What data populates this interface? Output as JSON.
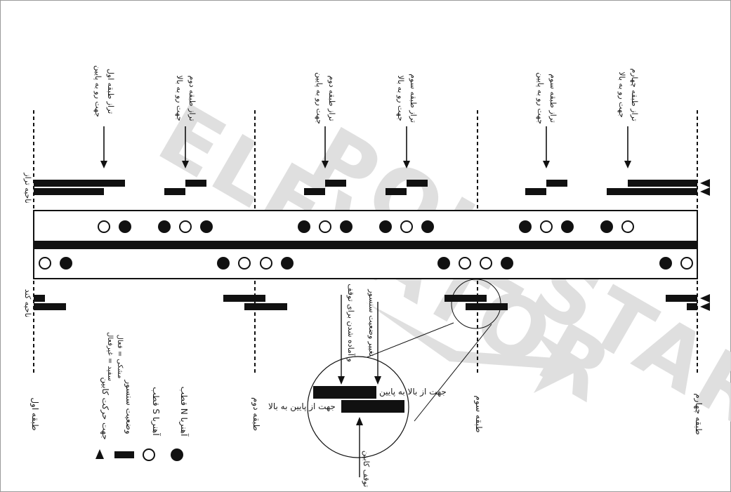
{
  "watermark": {
    "line1": "POLESTAR",
    "line2": "ELEVATOR"
  },
  "floors": [
    {
      "label": "طبقه اول"
    },
    {
      "label": "طبقه دوم"
    },
    {
      "label": "طبقه سوم"
    },
    {
      "label": "طبقه چهارم"
    }
  ],
  "side_labels": {
    "top": "ناحیه تراز",
    "bottom": "ناحیه کند"
  },
  "sensor_annotations": [
    {
      "line1": "تراز طبقه اول",
      "line2": "جهت رو به پایین"
    },
    {
      "line1": "تراز طبقه دوم",
      "line2": "جهت رو به بالا"
    },
    {
      "line1": "تراز طبقه دوم",
      "line2": "جهت رو به پایین"
    },
    {
      "line1": "تراز طبقه سوم",
      "line2": "جهت رو به بالا"
    },
    {
      "line1": "تراز طبقه سوم",
      "line2": "جهت رو به پایین"
    },
    {
      "line1": "تراز طبقه چهارم",
      "line2": "جهت رو به بالا"
    }
  ],
  "zoom": {
    "label_up_down": "جهت از بالا به پایین",
    "label_down_up": "جهت از پایین به بالا",
    "label_stop": "توقف کابین",
    "label_sensor_line1": "تغییر وضعیت سنسور",
    "label_sensor_line2": "و آماده شدن برای توقف"
  },
  "legend": [
    {
      "icon": "filled-circle",
      "text": "قطب N آهنربا"
    },
    {
      "icon": "hollow-circle",
      "text": "قطب S آهنربا"
    },
    {
      "icon": "black-bar",
      "text": "وضعیت سنسور",
      "sub1": "مشکی = فعال",
      "sub2": "سفید = غیرفعال"
    },
    {
      "icon": "triangle",
      "text": "جهت حرکت کابین"
    }
  ]
}
